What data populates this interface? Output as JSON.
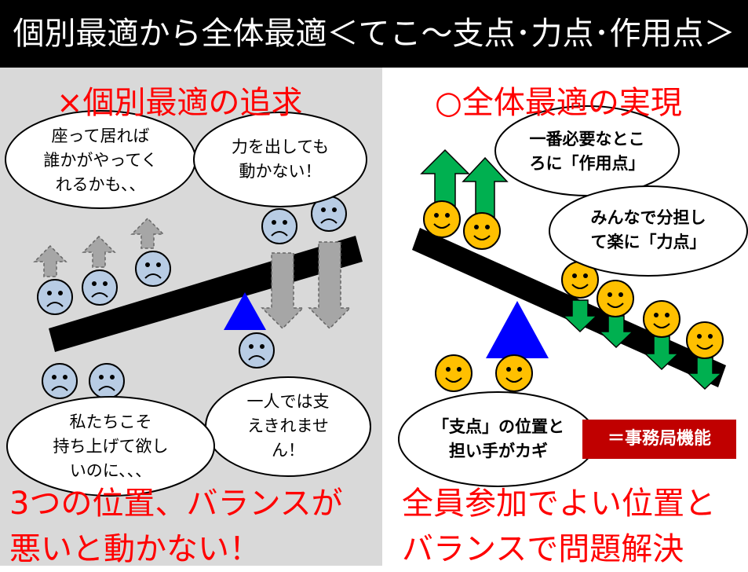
{
  "title": "個別最適から全体最適＜てこ〜支点･力点･作用点＞",
  "left": {
    "heading": "×個別最適の追求",
    "bubbles": [
      "座って居れば\n誰かがやってく\nれるかも、、",
      "力を出しても\n動かない！",
      "一人では支\nえきれませ\nん！",
      "私たちこそ\n持ち上げて欲し\nいのに、、、"
    ],
    "summary": "3つの位置、バランスが\n悪いと動かない！",
    "colors": {
      "face": "#b8cce4",
      "arrow": "#a6a6a6",
      "fulcrum": "#0000ff"
    }
  },
  "right": {
    "heading": "○全体最適の実現",
    "bubbles": [
      "一番必要なとこ\nろに「作用点」",
      "みんなで分担し\nて楽に「力点」",
      "「支点」の位置と\n担い手がカギ"
    ],
    "tag": "＝事務局機能",
    "summary": "全員参加でよい位置と\nバランスで問題解決",
    "colors": {
      "face": "#ffc000",
      "arrow": "#00b050",
      "fulcrum": "#0000ff",
      "tag": "#c00000"
    }
  }
}
